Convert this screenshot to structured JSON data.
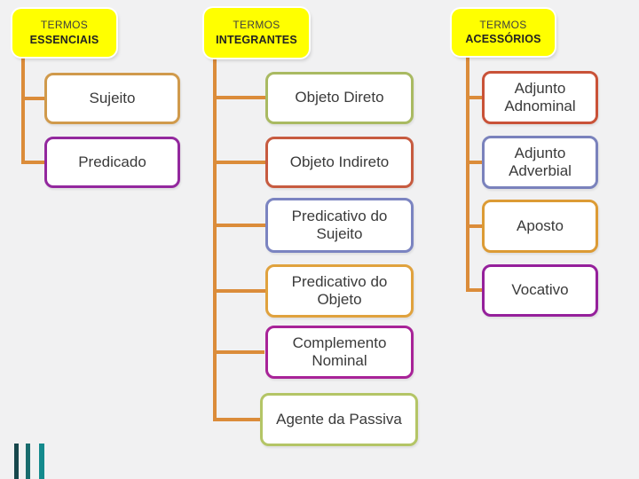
{
  "slide": {
    "background": "#F1F1F2",
    "connector_color": "#DB8C3A",
    "header_fill": "#FFFF00",
    "node_fill": "#FFFFFF",
    "text_color": "#3A3A3A"
  },
  "columns": [
    {
      "header": {
        "line1": "TERMOS",
        "line2": "ESSENCIAIS"
      },
      "items": [
        {
          "label": "Sujeito",
          "border": "#D09A4C"
        },
        {
          "label": "Predicado",
          "border": "#93289E"
        }
      ]
    },
    {
      "header": {
        "line1": "TERMOS",
        "line2": "INTEGRANTES"
      },
      "items": [
        {
          "label": "Objeto Direto",
          "border": "#A9BA62"
        },
        {
          "label": "Objeto Indireto",
          "border": "#C75B40"
        },
        {
          "label": "Predicativo do Sujeito",
          "border": "#7B84C1"
        },
        {
          "label": "Predicativo do Objeto",
          "border": "#E0A23E"
        },
        {
          "label": "Complemento Nominal",
          "border": "#A82398"
        },
        {
          "label": "Agente da Passiva",
          "border": "#B4C566"
        }
      ]
    },
    {
      "header": {
        "line1": "TERMOS",
        "line2": "ACESSÓRIOS"
      },
      "items": [
        {
          "label": "Adjunto Adnominal",
          "border": "#C95238"
        },
        {
          "label": "Adjunto Adverbial",
          "border": "#7A82BC"
        },
        {
          "label": "Aposto",
          "border": "#DC9B35"
        },
        {
          "label": "Vocativo",
          "border": "#95209B"
        }
      ]
    }
  ],
  "decoration": {
    "bars": [
      {
        "color": "#17474C"
      },
      {
        "color": "#186B6D"
      },
      {
        "color": "#148A8D"
      }
    ]
  }
}
